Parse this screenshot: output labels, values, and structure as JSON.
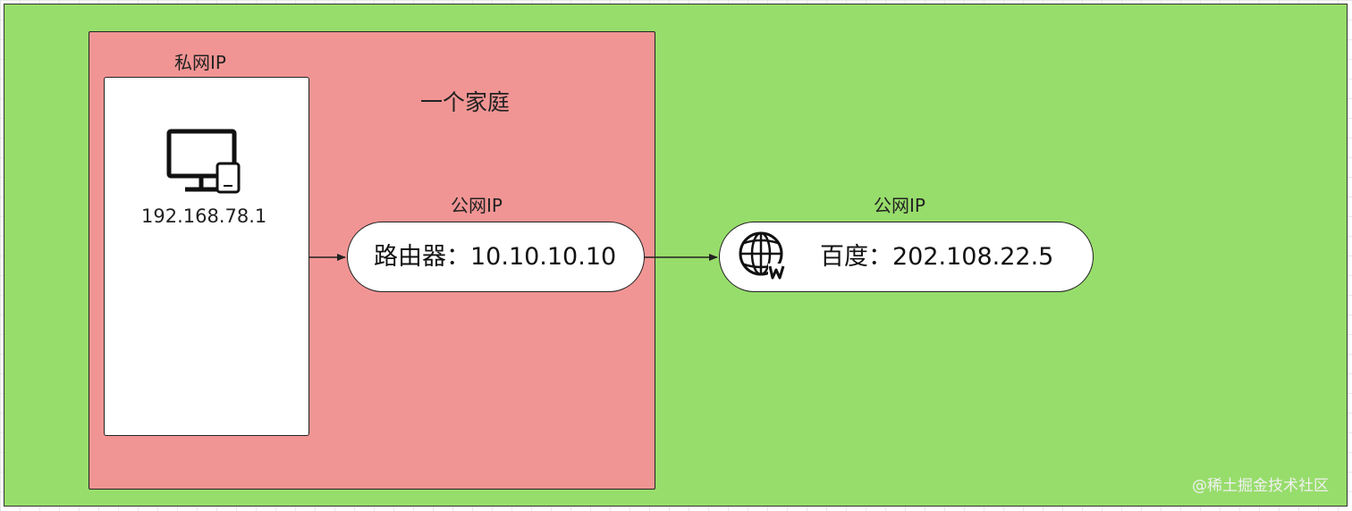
{
  "diagram": {
    "home_label": "一个家庭",
    "private_ip_label": "私网IP",
    "device_ip": "192.168.78.1",
    "router_public_ip_label": "公网IP",
    "router_text": "路由器：10.10.10.10",
    "baidu_public_ip_label": "公网IP",
    "baidu_text": "百度：202.108.22.5"
  },
  "watermark": "@稀土掘金技术社区",
  "icons": {
    "device": "computer-and-phone-icon",
    "web": "globe-web-icon"
  },
  "colors": {
    "outer_bg": "#97dd6b",
    "home_bg": "#f19594",
    "node_bg": "#ffffff"
  }
}
